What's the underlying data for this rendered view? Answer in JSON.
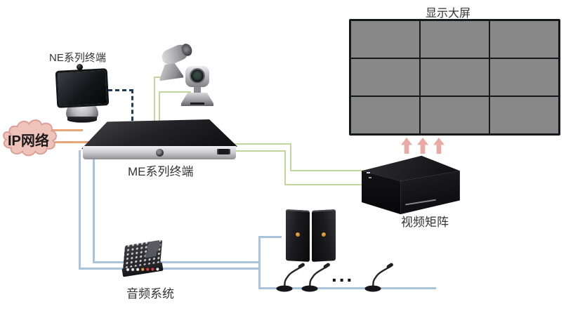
{
  "diagram": {
    "labels": {
      "ne_terminal": "NE系列终端",
      "ip_network": "IP网络",
      "me_terminal": "ME系列终端",
      "display_wall": "显示大屏",
      "video_matrix": "视频矩阵",
      "audio_system": "音频系统",
      "more_mics": "..."
    },
    "colors": {
      "video_line": "#c2d69b",
      "network_line": "#e8a678",
      "audio_line": "#a9c3da",
      "control_line": "#1f3c5f",
      "cloud_fill": "#efc2ba",
      "cloud_stroke": "#d99d94",
      "flow_arrow": "#e9a9a4"
    }
  }
}
